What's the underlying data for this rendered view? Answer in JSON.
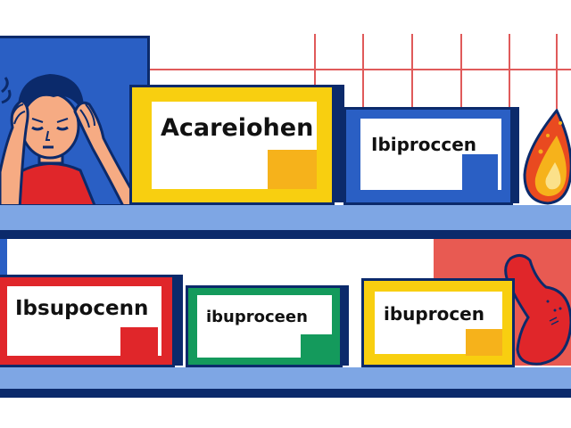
{
  "scene": {
    "description": "Illustration of a person with a headache beside store shelves of mislabeled pain-relief boxes, with a flame icon and a stomach icon",
    "colors": {
      "navy": "#0b2a6b",
      "blue": "#2a5fc4",
      "shelf": "#7ea6e4",
      "yellow": "#f8cf10",
      "orange": "#f6b21b",
      "red": "#e0262a",
      "green": "#149a5c",
      "grid": "#e05a5a",
      "wall_red": "#e85a52"
    }
  },
  "top_shelf": {
    "boxes": [
      {
        "label": "Acareiohen",
        "color": "#f8cf10"
      },
      {
        "label": "Ibiproccen",
        "color": "#2a5fc4"
      }
    ],
    "icons": [
      "headache-person-icon",
      "flame-icon"
    ]
  },
  "bottom_shelf": {
    "boxes": [
      {
        "label": "Ibsupocenn",
        "color": "#e0262a"
      },
      {
        "label": "ibuproceen",
        "color": "#149a5c"
      },
      {
        "label": "ibuprocen",
        "color": "#f8cf10"
      }
    ],
    "icons": [
      "stomach-icon"
    ]
  }
}
